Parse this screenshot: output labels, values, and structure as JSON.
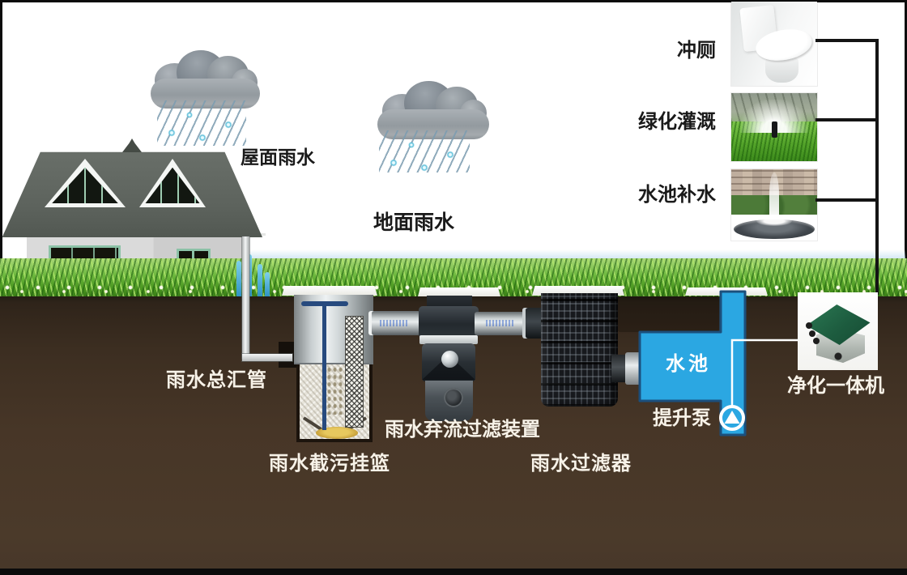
{
  "labels": {
    "roof_rain": "屋面雨水",
    "ground_rain": "地面雨水",
    "main_pipe": "雨水总汇管",
    "basket": "雨水截污挂篮",
    "diverter": "雨水弃流过滤装置",
    "filter": "雨水过滤器",
    "tank": "水池",
    "pump": "提升泵",
    "purifier": "净化一体机"
  },
  "uses": [
    {
      "label": "冲厕"
    },
    {
      "label": "绿化灌溉"
    },
    {
      "label": "水池补水"
    }
  ],
  "colors": {
    "tank_blue": "#2ba7e2",
    "tank_border": "#1b4f7c",
    "soil_brown": "#46362a",
    "grass_green": "#5fae33",
    "connector_black": "#141414",
    "purifier_green": "#1d5c3f"
  }
}
